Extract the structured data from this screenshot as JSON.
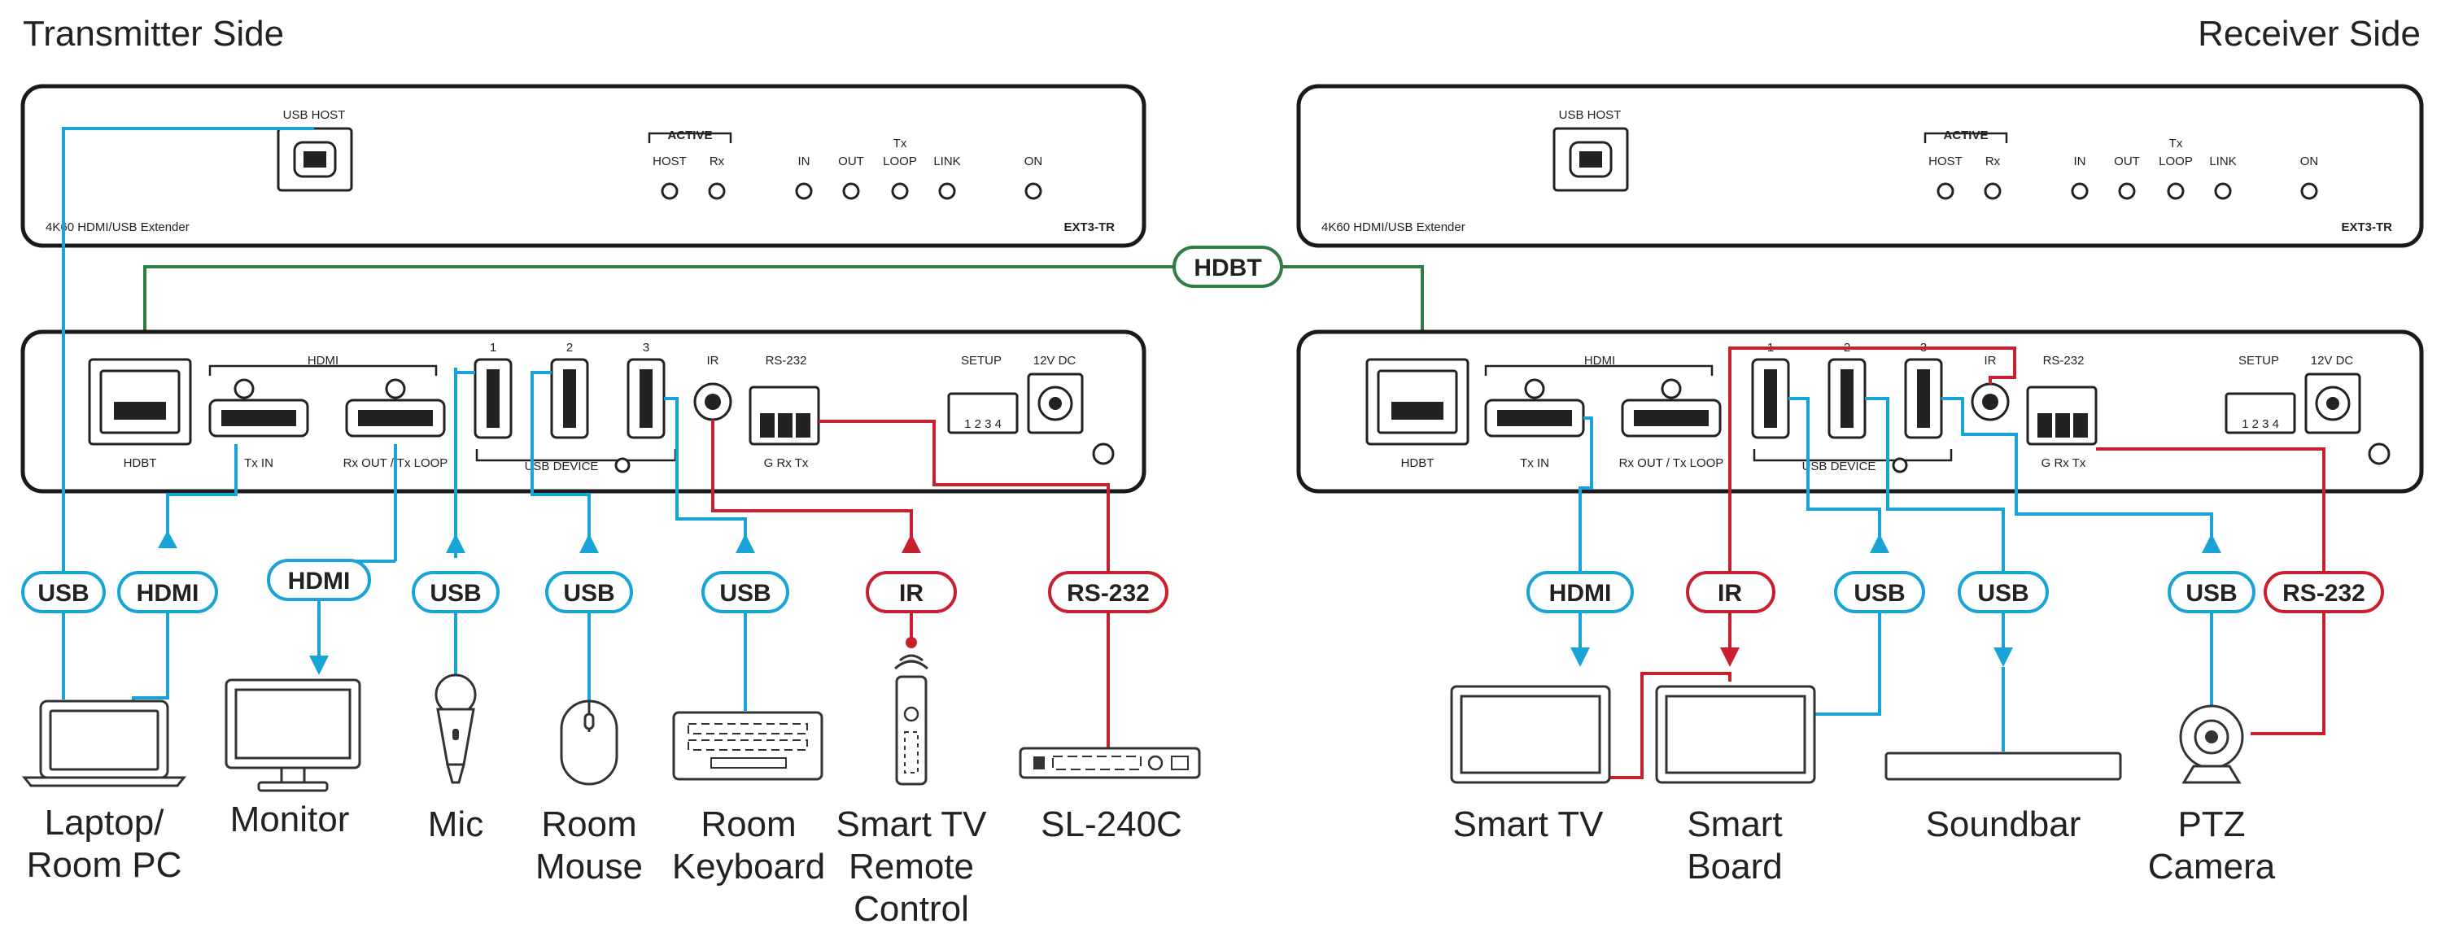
{
  "titles": {
    "left": "Transmitter Side",
    "right": "Receiver Side"
  },
  "front_panel": {
    "usb_host": "USB HOST",
    "active": "ACTIVE",
    "host": "HOST",
    "rx": "Rx",
    "in": "IN",
    "out": "OUT",
    "tx": "Tx",
    "loop": "LOOP",
    "link": "LINK",
    "on": "ON",
    "product": "4K60 HDMI/USB Extender",
    "model": "EXT3-TR"
  },
  "rear_panel": {
    "hdbt": "HDBT",
    "hdmi": "HDMI",
    "tx_in": "Tx IN",
    "rx_out": "Rx OUT / Tx LOOP",
    "usb1": "1",
    "usb2": "2",
    "usb3": "3",
    "usb_device": "USB DEVICE",
    "ir": "IR",
    "rs232": "RS-232",
    "g_rx_tx": "G Rx Tx",
    "setup": "SETUP",
    "dip": "1 2 3 4",
    "dc": "12V DC"
  },
  "link_label": "HDBT",
  "signals": {
    "usb": "USB",
    "hdmi": "HDMI",
    "ir": "IR",
    "rs232": "RS-232"
  },
  "devices_left": {
    "laptop": [
      "Laptop/",
      "Room PC"
    ],
    "monitor": [
      "Monitor"
    ],
    "mic": [
      "Mic"
    ],
    "mouse": [
      "Room",
      "Mouse"
    ],
    "keyboard": [
      "Room",
      "Keyboard"
    ],
    "remote": [
      "Smart TV",
      "Remote",
      "Control"
    ],
    "sl240c": [
      "SL-240C"
    ]
  },
  "devices_right": {
    "tv": [
      "Smart TV"
    ],
    "board": [
      "Smart",
      "Board"
    ],
    "soundbar": [
      "Soundbar"
    ],
    "camera": [
      "PTZ",
      "Camera"
    ]
  },
  "colors": {
    "usb_hdmi": "#1aa3d6",
    "ir_rs232": "#c8202f",
    "hdbt": "#2f7d45",
    "panel": "#1a1a1a"
  }
}
